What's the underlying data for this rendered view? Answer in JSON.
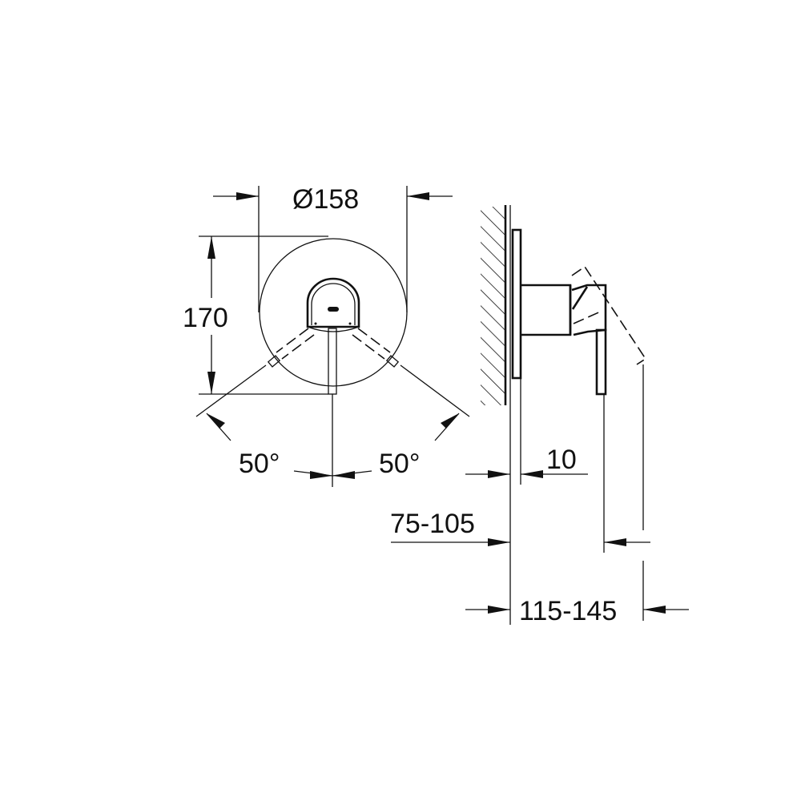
{
  "drawing": {
    "type": "technical-dimension-drawing",
    "subject": "concealed single-lever shower mixer trim",
    "line_color": "#111111",
    "background": "#ffffff"
  },
  "front_view": {
    "diameter_label": "Ø158",
    "height_label": "170",
    "angle_left_label": "50°",
    "angle_right_label": "50°"
  },
  "side_view": {
    "rosette_thickness_label": "10",
    "body_depth_label": "75-105",
    "total_depth_label": "115-145"
  }
}
